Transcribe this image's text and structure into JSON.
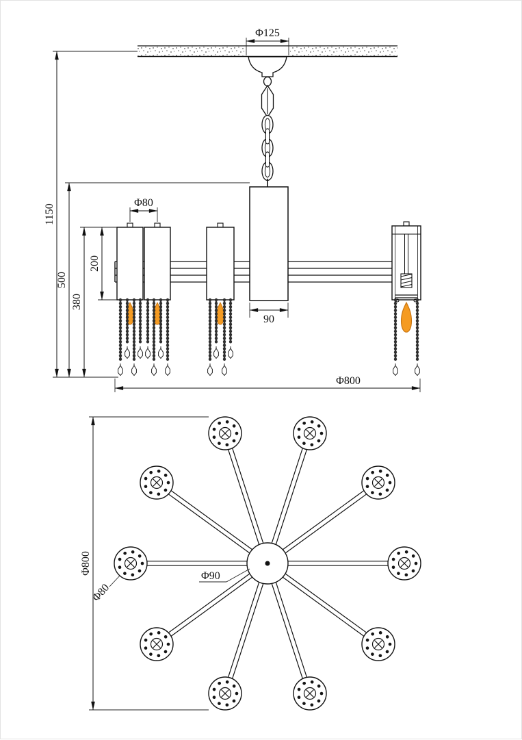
{
  "document": {
    "type": "technical-drawing",
    "subject": "10-arm crystal chandelier",
    "views": [
      "front-elevation",
      "plan-view"
    ]
  },
  "colors": {
    "line": "#111111",
    "flame": "#f59b22",
    "flame_outline": "#c87410",
    "bead": "#2f2f2f"
  },
  "front_view": {
    "labels": {
      "canopy_diameter": "Φ125",
      "overall_height": "1150",
      "hanging_height": "500",
      "shade_drop_height": "380",
      "shade_height": "200",
      "shade_diameter": "Φ80",
      "stem_width": "90",
      "fixture_diameter": "Φ800"
    },
    "shade_count_visible": 4
  },
  "plan_view": {
    "labels": {
      "fixture_diameter": "Φ800",
      "head_diameter": "Φ80",
      "hub_diameter": "Φ90"
    },
    "arm_count": 10,
    "beads_per_head": 9
  }
}
